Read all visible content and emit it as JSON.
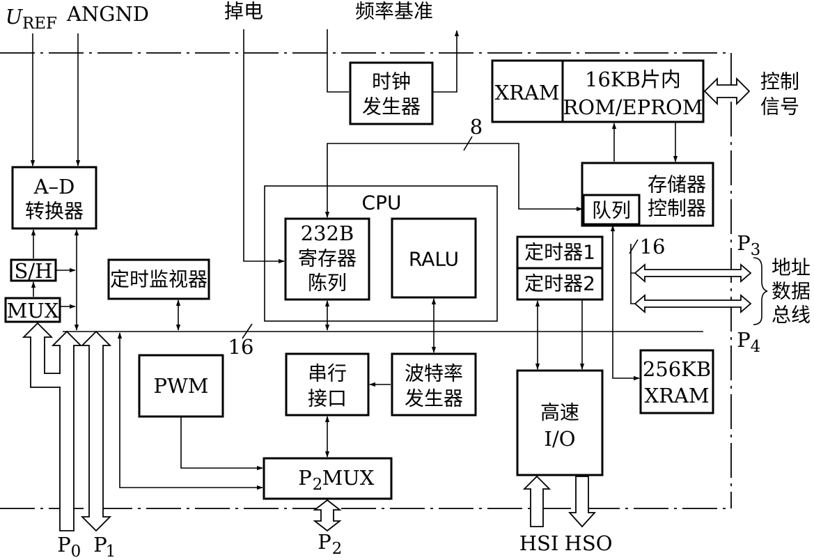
{
  "inputs": {
    "uref_main": "U",
    "uref_sub": "REF",
    "angnd": "ANGND",
    "power_down": "掉电",
    "freq_ref": "频率基准"
  },
  "blocks": {
    "clock_gen": [
      "时钟",
      "发生器"
    ],
    "xram_small": "XRAM",
    "rom": [
      "16KB片内",
      "ROM/EPROM"
    ],
    "ctrl_signal": [
      "控制",
      "信号"
    ],
    "mem_ctrl": [
      "存储器",
      "控制器"
    ],
    "queue": "队列",
    "adc": [
      "A–D",
      "转换器"
    ],
    "sh": "S/H",
    "mux": "MUX",
    "cpu": "CPU",
    "reg_array": [
      "232B",
      "寄存器",
      "陈列"
    ],
    "ralu": "RALU",
    "timer1": "定时器1",
    "timer2": "定时器2",
    "watchdog": "定时监视器",
    "pwm": "PWM",
    "serial": [
      "串行",
      "接口"
    ],
    "baud": [
      "波特率",
      "发生器"
    ],
    "hsio": [
      "高速",
      "I/O"
    ],
    "xram_256": [
      "256KB",
      "XRAM"
    ],
    "p2mux_main": "P",
    "p2mux_sub": "2",
    "p2mux_tail": "MUX"
  },
  "bus_labels": {
    "w8": "8",
    "w16_mem": "16",
    "w16_main": "16",
    "p3_main": "P",
    "p3_sub": "3",
    "p4_main": "P",
    "p4_sub": "4",
    "addr_data_bus": [
      "地址",
      "数据",
      "总线"
    ]
  },
  "ports": {
    "p0_main": "P",
    "p0_sub": "0",
    "p1_main": "P",
    "p1_sub": "1",
    "p2_main": "P",
    "p2_sub": "2",
    "hsi": "HSI",
    "hso": "HSO"
  }
}
